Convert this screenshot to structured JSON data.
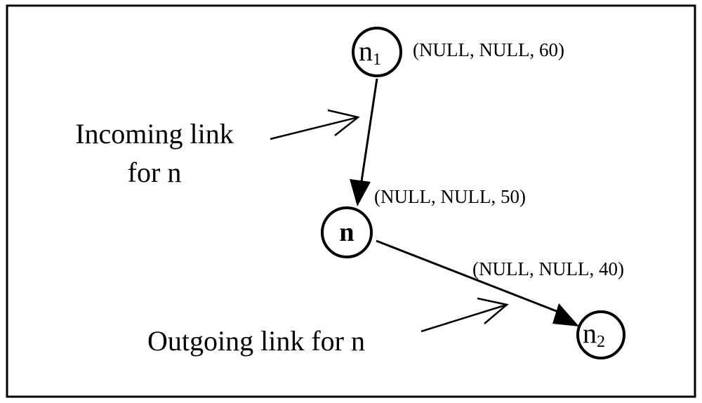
{
  "diagram": {
    "nodes": {
      "n1": {
        "label": "n",
        "subscript": "1",
        "tuple": "(NULL, NULL, 60)"
      },
      "n": {
        "label": "n",
        "tuple": "(NULL, NULL, 50)"
      },
      "n2": {
        "label": "n",
        "subscript": "2",
        "tuple": "(NULL, NULL, 40)"
      }
    },
    "annotations": {
      "incoming": {
        "line1": "Incoming link",
        "line2": "for n"
      },
      "outgoing": {
        "line1": "Outgoing link for n"
      }
    }
  }
}
